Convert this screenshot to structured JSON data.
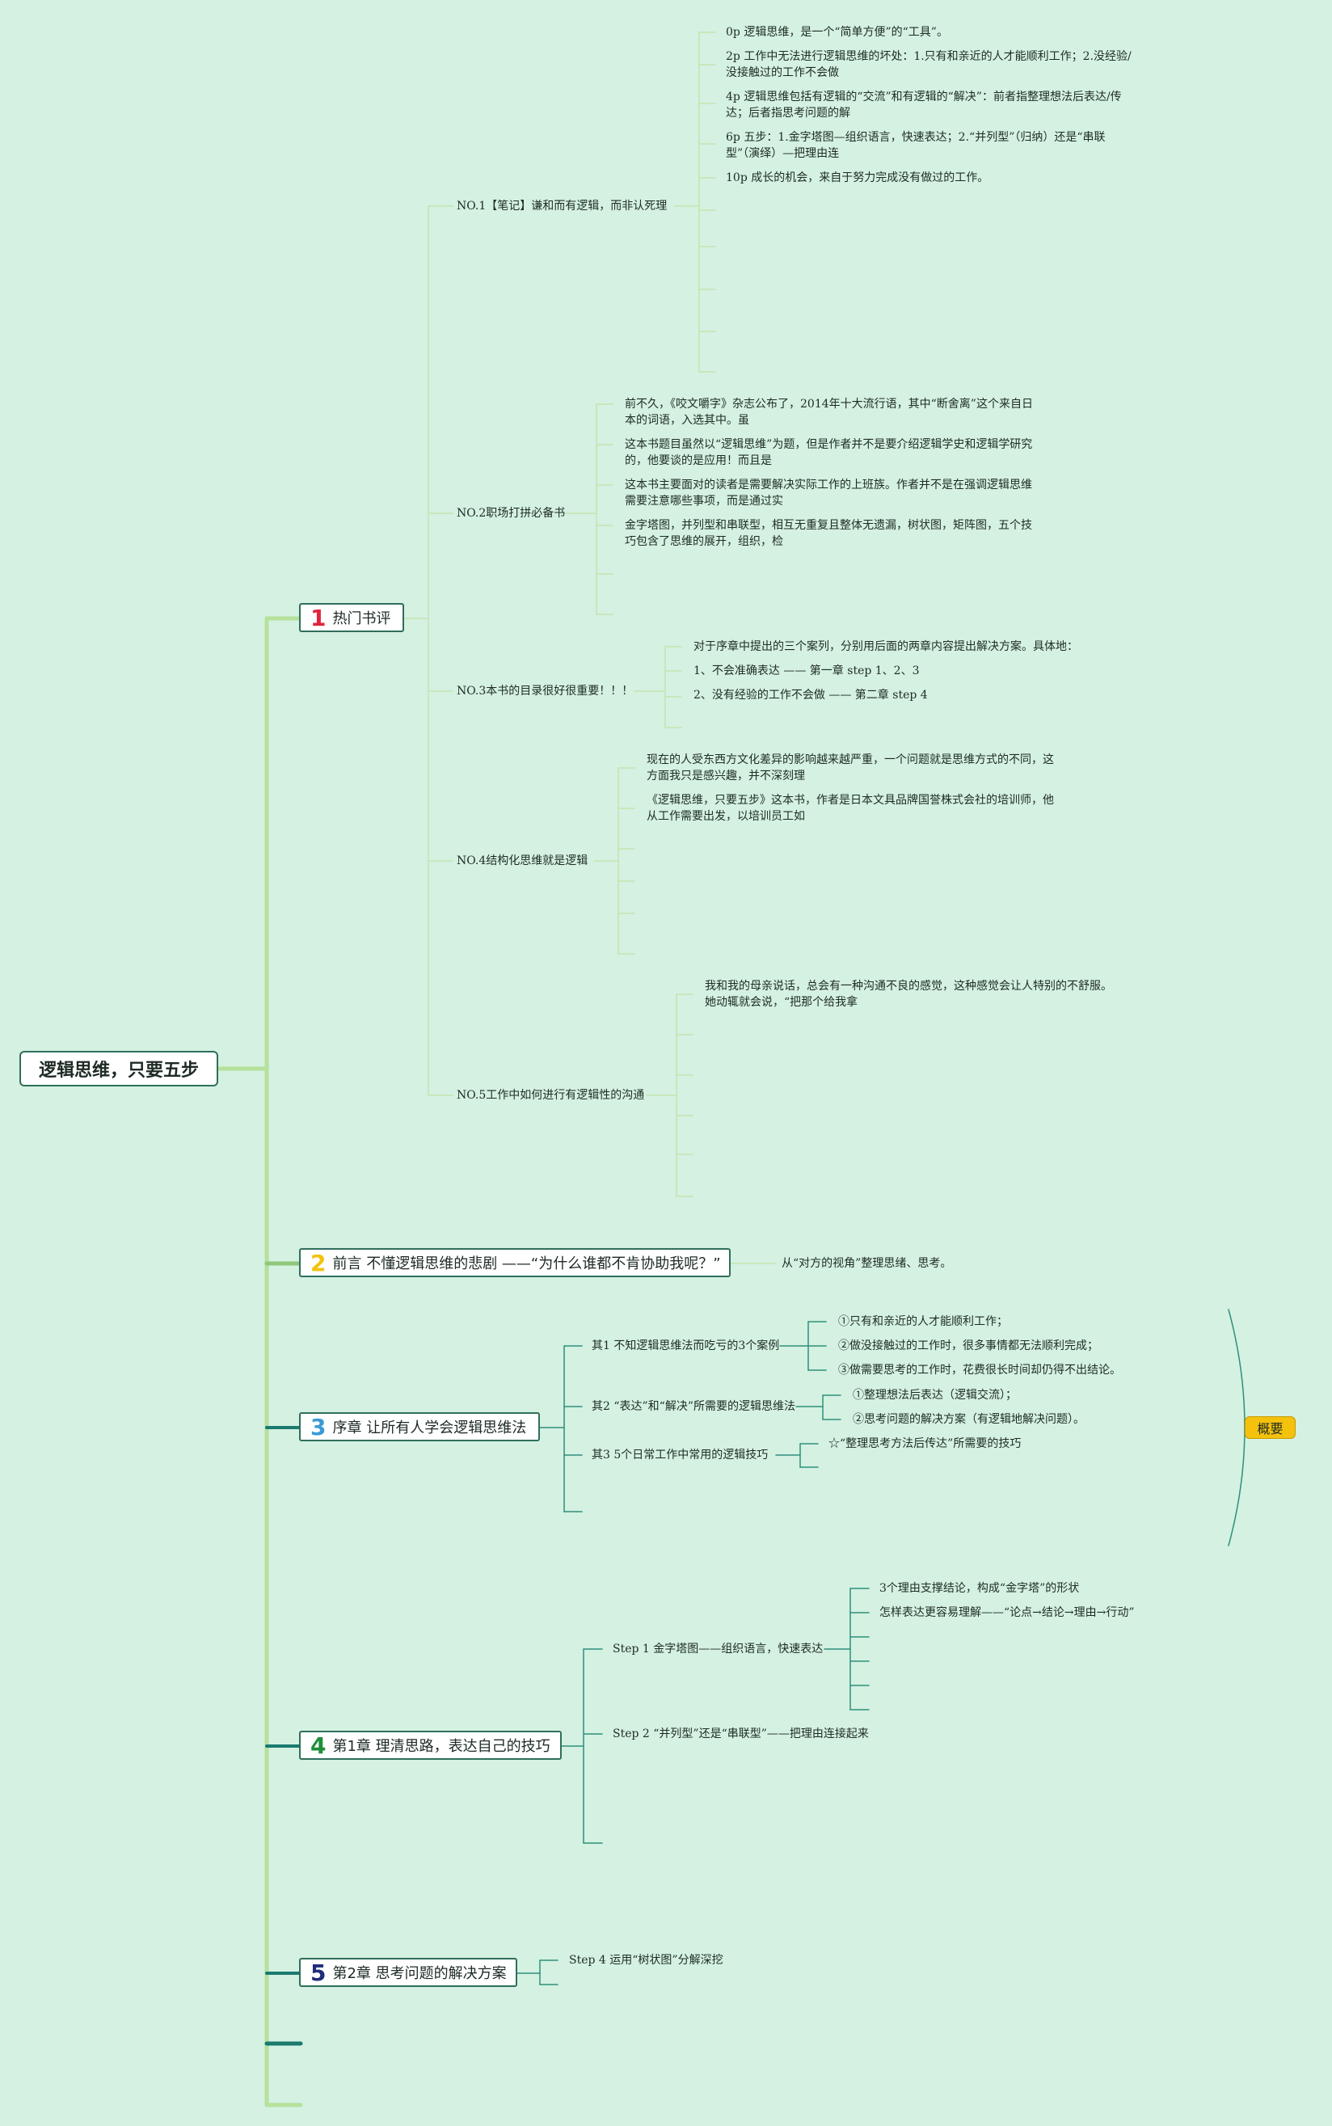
{
  "root": "逻辑思维，只要五步",
  "summary_label": "概要",
  "colors": {
    "background": "#d4f1e2",
    "branch1": "#b5e19a",
    "branch2": "#f4c20d",
    "branch3": "#3a9bd6",
    "branch4": "#1f8f3a",
    "branch5": "#1f2d7a",
    "summary": "#f4c20d"
  },
  "branches": [
    {
      "num": "1",
      "title": "热门书评",
      "children": [
        {
          "title": "NO.1【笔记】谦和而有逻辑，而非认死理",
          "items": [
            "0p 逻辑思维，是一个“简单方便”的“工具”。",
            "2p 工作中无法进行逻辑思维的坏处：1.只有和亲近的人才能顺利工作；2.没经验/没接触过的工作不会做",
            "4p 逻辑思维包括有逻辑的“交流”和有逻辑的“解决”：前者指整理想法后表达/传达；后者指思考问题的解",
            "6p 五步：1.金字塔图—组织语言，快速表达；2.“并列型”（归纳）还是“串联型”（演绎）—把理由连",
            "10p 成长的机会，来自于努力完成没有做过的工作。"
          ]
        },
        {
          "title": "NO.2职场打拼必备书",
          "items": [
            "前不久，《咬文嚼字》杂志公布了，2014年十大流行语，其中“断舍离”这个来自日本的词语，入选其中。虽",
            "这本书题目虽然以“逻辑思维”为题，但是作者并不是要介绍逻辑学史和逻辑学研究的，他要谈的是应用！而且是",
            "这本书主要面对的读者是需要解决实际工作的上班族。作者并不是在强调逻辑思维需要注意哪些事项，而是通过实",
            "金字塔图，并列型和串联型，相互无重复且整体无遗漏，树状图，矩阵图，五个技巧包含了思维的展开，组织，检"
          ]
        },
        {
          "title": "NO.3本书的目录很好很重要！！！",
          "items": [
            "对于序章中提出的三个案列，分别用后面的两章内容提出解决方案。具体地：",
            "1、不会准确表达 —— 第一章 step 1、2、3",
            "2、没有经验的工作不会做 —— 第二章 step 4"
          ]
        },
        {
          "title": "NO.4结构化思维就是逻辑",
          "items": [
            "现在的人受东西方文化差异的影响越来越严重，一个问题就是思维方式的不同，这方面我只是感兴趣，并不深刻理",
            "《逻辑思维，只要五步》这本书，作者是日本文具品牌国誉株式会社的培训师，他从工作需要出发，以培训员工如"
          ]
        },
        {
          "title": "NO.5工作中如何进行有逻辑性的沟通",
          "items": [
            "我和我的母亲说话，总会有一种沟通不良的感觉，这种感觉会让人特别的不舒服。她动辄就会说，“把那个给我拿"
          ]
        }
      ]
    },
    {
      "num": "2",
      "title": "前言 不懂逻辑思维的悲剧 ——“为什么谁都不肯协助我呢？”",
      "note": "从“对方的视角”整理思绪、思考。"
    },
    {
      "num": "3",
      "title": "序章 让所有人学会逻辑思维法",
      "children": [
        {
          "title": "其1 不知逻辑思维法而吃亏的3个案例",
          "items": [
            "①只有和亲近的人才能顺利工作；",
            "②做没接触过的工作时，很多事情都无法顺利完成；",
            "③做需要思考的工作时，花费很长时间却仍得不出结论。"
          ]
        },
        {
          "title": "其2 “表达”和“解决”所需要的逻辑思维法",
          "items": [
            "①整理想法后表达（逻辑交流）；",
            "②思考问题的解决方案（有逻辑地解决问题）。"
          ]
        },
        {
          "title": "其3 5个日常工作中常用的逻辑技巧",
          "items": [
            "☆“整理思考方法后传达”所需要的技巧"
          ]
        }
      ]
    },
    {
      "num": "4",
      "title": "第1章 理清思路，表达自己的技巧",
      "children": [
        {
          "title": "Step 1 金字塔图——组织语言，快速表达",
          "items": [
            "3个理由支撑结论，构成“金字塔”的形状",
            "怎样表达更容易理解——“论点→结论→理由→行动”"
          ]
        },
        {
          "title": "Step 2 “并列型”还是“串联型”——把理由连接起来"
        }
      ]
    },
    {
      "num": "5",
      "title": "第2章 思考问题的解决方案",
      "children": [
        {
          "title": "Step 4 运用“树状图”分解深挖"
        }
      ]
    }
  ]
}
